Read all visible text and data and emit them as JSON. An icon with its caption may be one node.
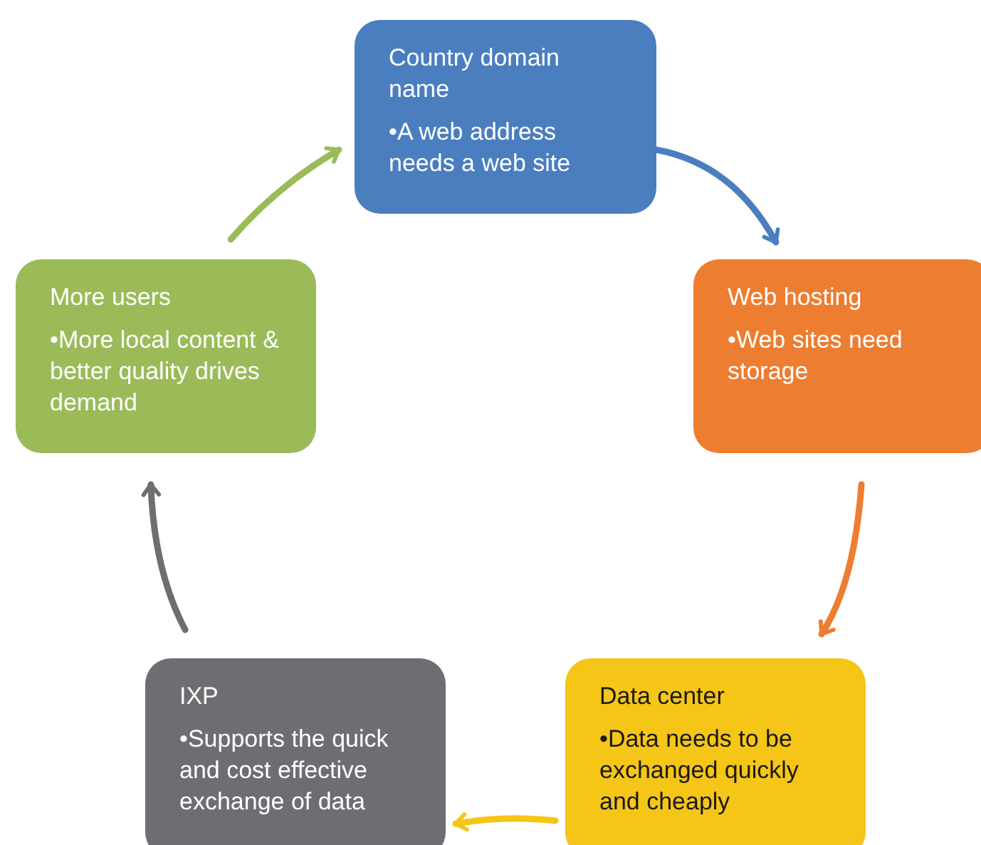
{
  "diagram": {
    "nodes": [
      {
        "text": [
          "Country domain name",
          "•A web address needs a web site"
        ]
      },
      {
        "text": [
          "Web hosting",
          "•Web sites need storage"
        ]
      },
      {
        "text": [
          "Data center",
          "•Data needs to be exchanged quickly and cheaply"
        ]
      },
      {
        "text": [
          "IXP",
          "•Supports the quick and cost effective exchange of data"
        ]
      },
      {
        "text": [
          "More users",
          "•More local content & better quality drives demand"
        ]
      }
    ],
    "edges": [
      {
        "from": 0,
        "to": 1,
        "arrow": "to",
        "color": "#4a7ebf"
      },
      {
        "from": 1,
        "to": 2,
        "arrow": "to",
        "color": "#ed7d31"
      },
      {
        "from": 2,
        "to": 3,
        "arrow": "to",
        "color": "#f5c518"
      },
      {
        "from": 3,
        "to": 4,
        "arrow": "to",
        "color": "#6d6e71"
      },
      {
        "from": 4,
        "to": 0,
        "arrow": "to",
        "color": "#9bbb59"
      }
    ]
  }
}
